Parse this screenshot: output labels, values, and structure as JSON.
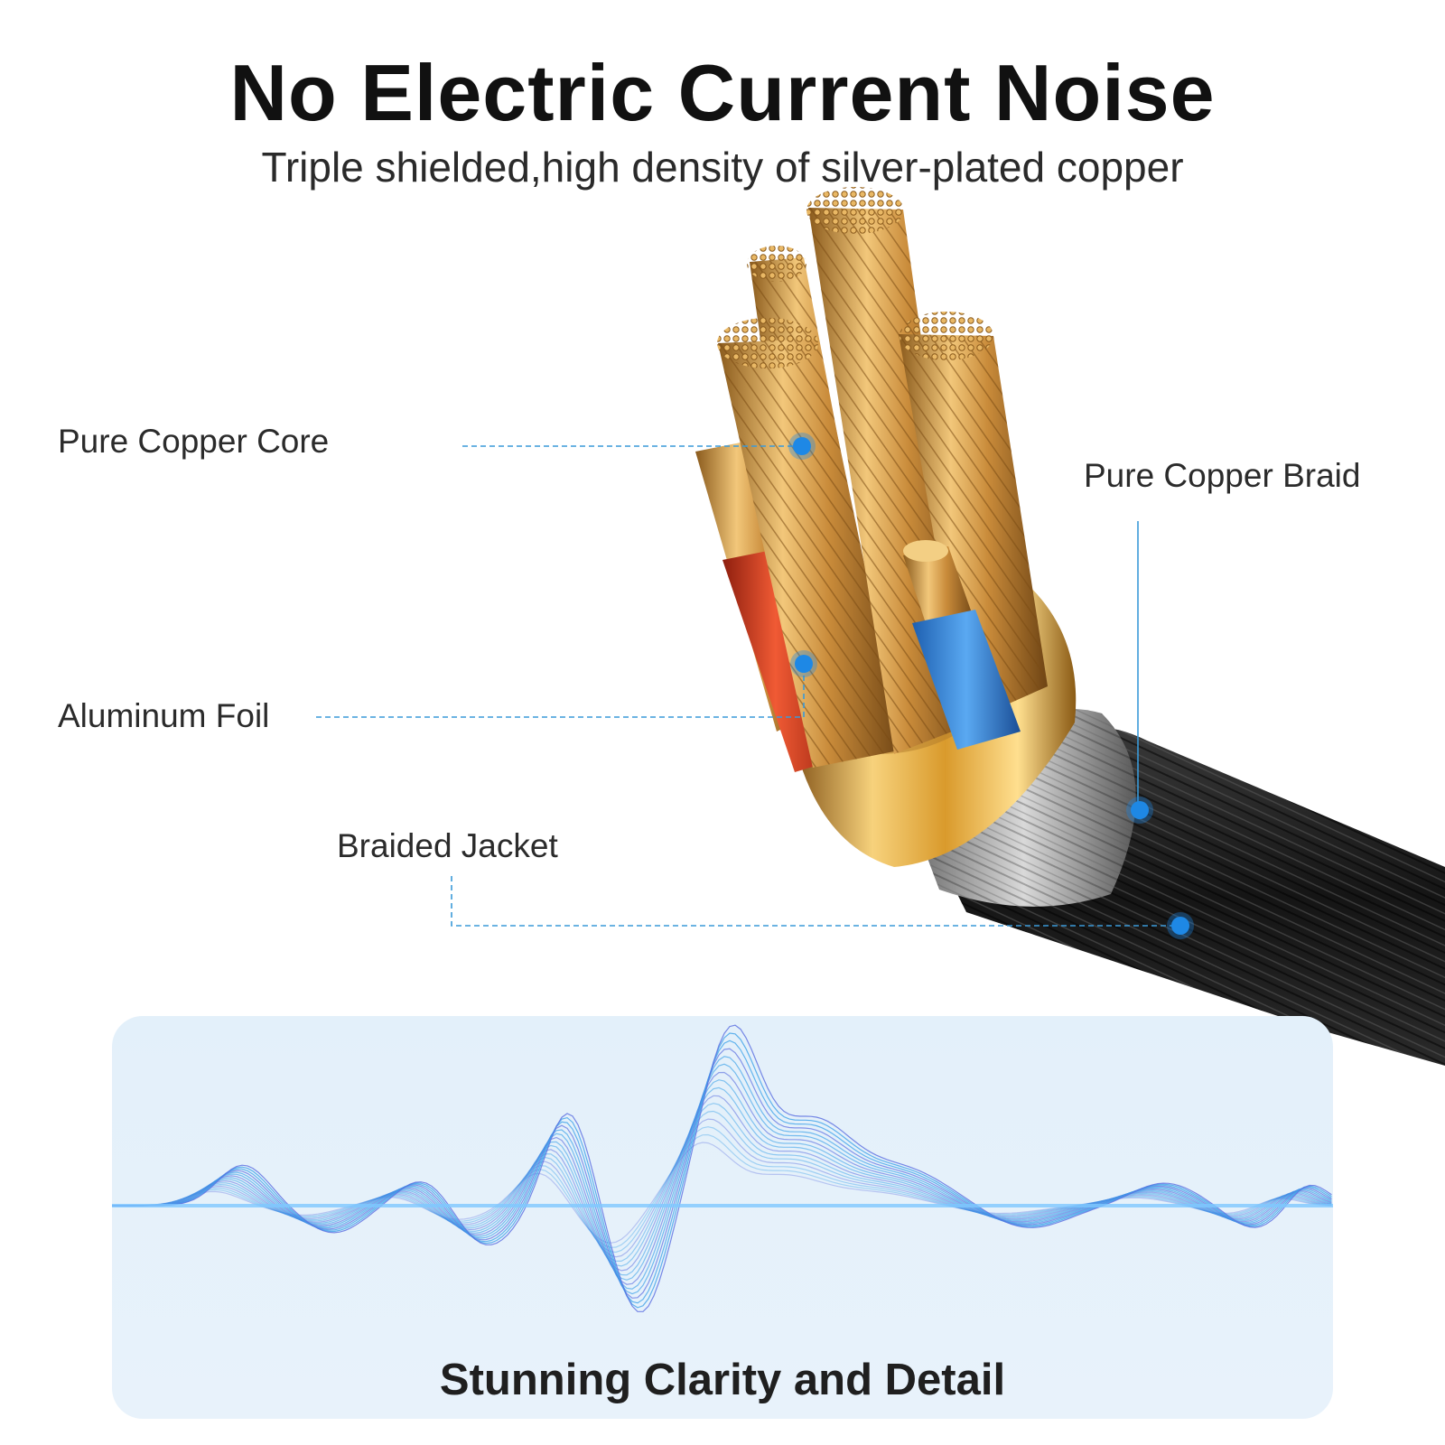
{
  "header": {
    "title": "No Electric Current Noise",
    "subtitle": "Triple shielded,high density of silver-plated copper"
  },
  "callouts": {
    "core": "Pure Copper Core",
    "braid": "Pure Copper Braid",
    "foil": "Aluminum Foil",
    "jacket": "Braided Jacket"
  },
  "panel": {
    "title": "Stunning Clarity and Detail"
  },
  "colors": {
    "marker": "#1e88e5",
    "leader": "#3a9ad9",
    "copper": "#d49a45",
    "jacket": "#1b1b1b",
    "foil_red": "#d8381c",
    "insulation_blue": "#2d7fd6",
    "panel_bg": "#e5f1fb",
    "wave": "#3aa0e8"
  }
}
